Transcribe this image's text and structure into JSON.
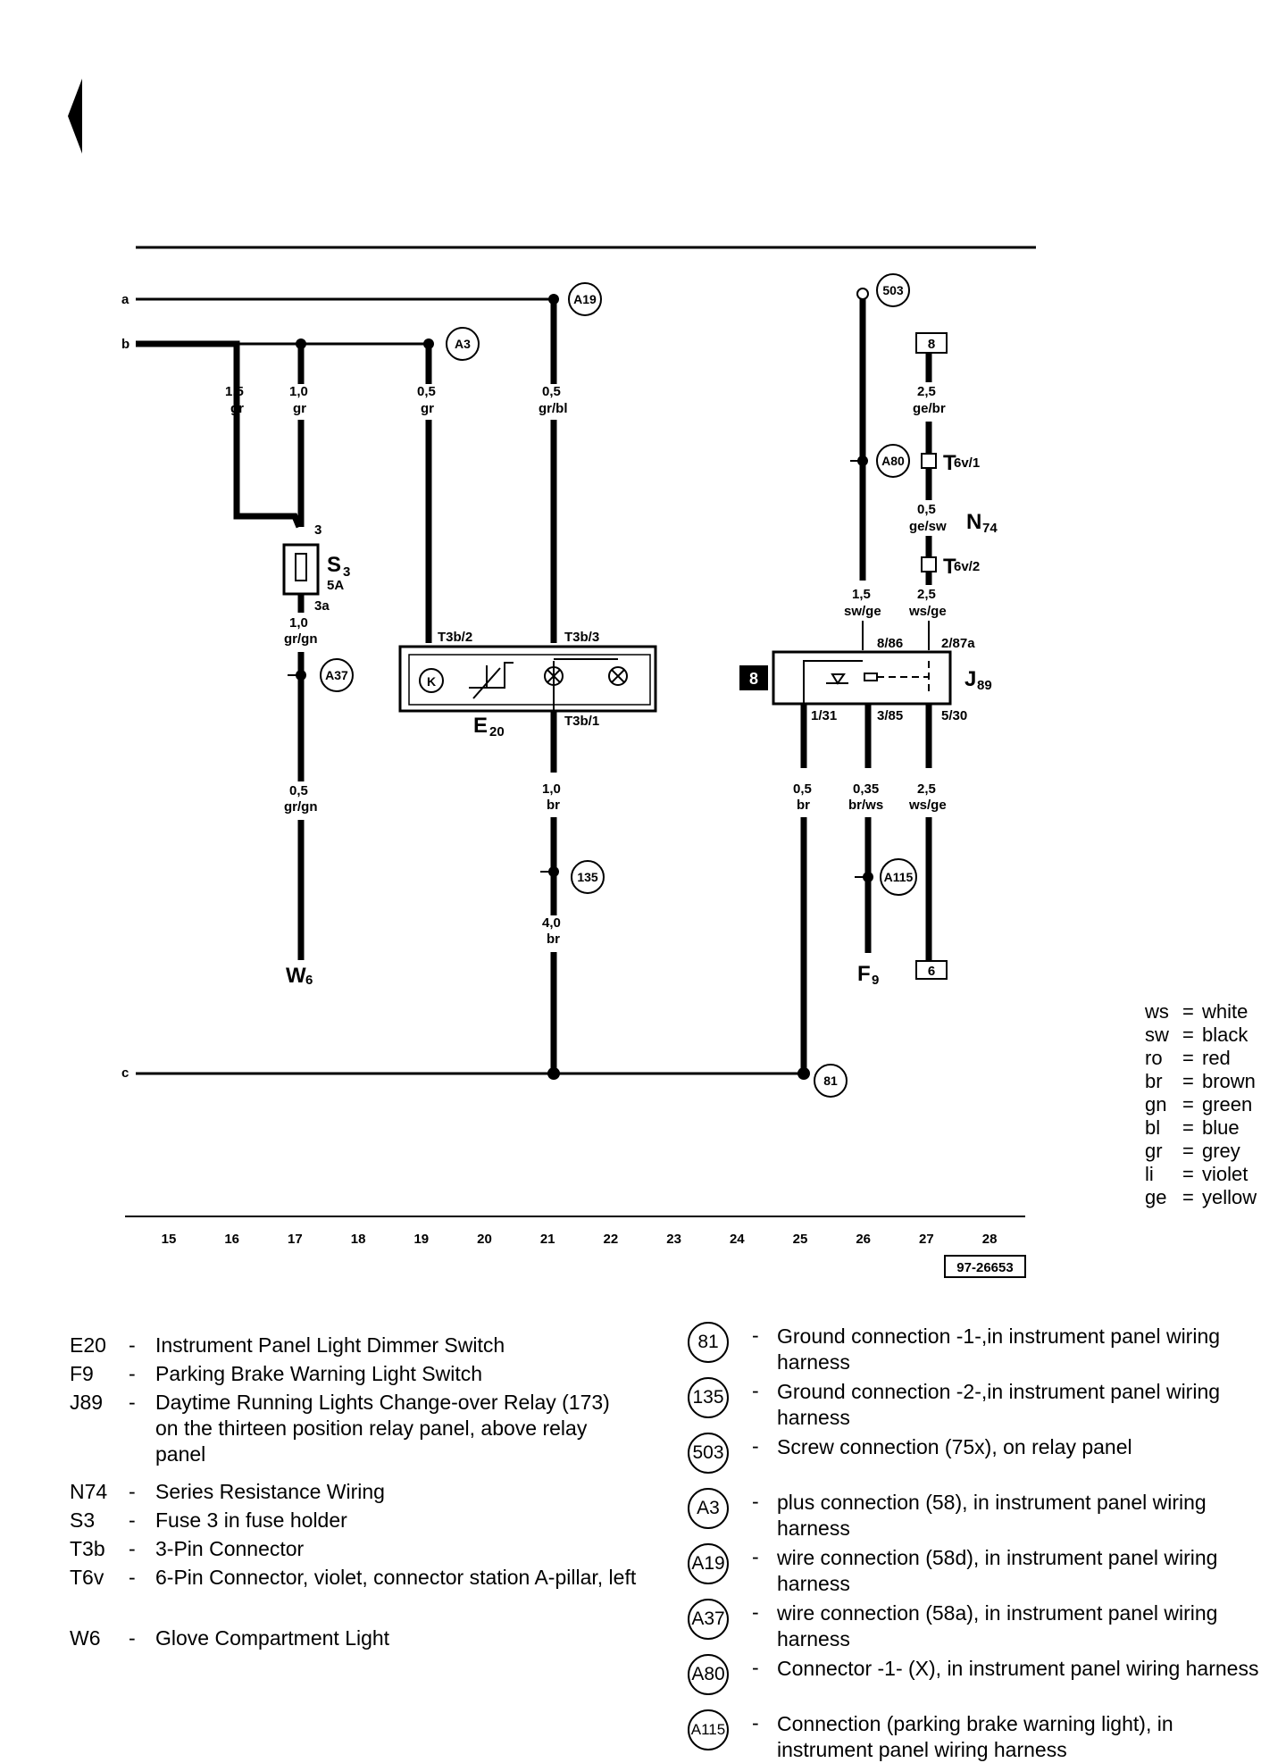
{
  "diagram": {
    "page_ref": "97-26653",
    "rails": {
      "a": "a",
      "b": "b",
      "c": "c"
    },
    "track_numbers": [
      "15",
      "16",
      "17",
      "18",
      "19",
      "20",
      "21",
      "22",
      "23",
      "24",
      "25",
      "26",
      "27",
      "28"
    ],
    "wires": [
      {
        "id": "w17a",
        "size": "1,5",
        "color": "gr"
      },
      {
        "id": "w17b",
        "size": "1,0",
        "color": "gr"
      },
      {
        "id": "w19",
        "size": "0,5",
        "color": "gr"
      },
      {
        "id": "w21a",
        "size": "0,5",
        "color": "gr/bl"
      },
      {
        "id": "w17c",
        "size": "1,0",
        "color": "gr/gn"
      },
      {
        "id": "w17d",
        "size": "0,5",
        "color": "gr/gn"
      },
      {
        "id": "w21b",
        "size": "1,0",
        "color": "br"
      },
      {
        "id": "w21c",
        "size": "4,0",
        "color": "br"
      },
      {
        "id": "w27a",
        "size": "2,5",
        "color": "ge/br"
      },
      {
        "id": "w27b",
        "size": "0,5",
        "color": "ge/sw"
      },
      {
        "id": "w26a",
        "size": "1,5",
        "color": "sw/ge"
      },
      {
        "id": "w27c",
        "size": "2,5",
        "color": "ws/ge"
      },
      {
        "id": "w25",
        "size": "0,5",
        "color": "br"
      },
      {
        "id": "w26b",
        "size": "0,35",
        "color": "br/ws"
      },
      {
        "id": "w27d",
        "size": "2,5",
        "color": "ws/ge"
      }
    ],
    "connections": [
      "A19",
      "A3",
      "503",
      "A80",
      "A37",
      "135",
      "A115",
      "81"
    ],
    "components": {
      "S3": {
        "name": "S",
        "sub": "3",
        "rating": "5A",
        "pin_in": "3",
        "pin_out": "3a"
      },
      "E20": {
        "name": "E",
        "sub": "20",
        "pins": [
          "T3b/2",
          "T3b/3",
          "T3b/1"
        ],
        "symbol": "K"
      },
      "J89": {
        "name": "J",
        "sub": "89",
        "pins": [
          "8/86",
          "2/87a",
          "1/31",
          "3/85",
          "5/30"
        ],
        "box_label": "8"
      },
      "N74": {
        "name": "N",
        "sub": "74"
      },
      "T6v1": {
        "name": "T",
        "sub": "6v/1"
      },
      "T6v2": {
        "name": "T",
        "sub": "6v/2"
      },
      "W6": {
        "name": "W",
        "sub": "6"
      },
      "F9": {
        "name": "F",
        "sub": "9"
      },
      "ref_8": "8",
      "ref_6": "6"
    }
  },
  "color_codes": [
    {
      "code": "ws",
      "meaning": "white"
    },
    {
      "code": "sw",
      "meaning": "black"
    },
    {
      "code": "ro",
      "meaning": "red"
    },
    {
      "code": "br",
      "meaning": "brown"
    },
    {
      "code": "gn",
      "meaning": "green"
    },
    {
      "code": "bl",
      "meaning": "blue"
    },
    {
      "code": "gr",
      "meaning": "grey"
    },
    {
      "code": "li",
      "meaning": "violet"
    },
    {
      "code": "ge",
      "meaning": "yellow"
    }
  ],
  "legend_components": [
    {
      "code": "E20",
      "desc": "Instrument Panel Light Dimmer Switch"
    },
    {
      "code": "F9",
      "desc": "Parking Brake Warning Light Switch"
    },
    {
      "code": "J89",
      "desc": "Daytime Running Lights Change-over Relay (173) on the thirteen position relay panel, above relay panel"
    },
    {
      "code": "N74",
      "desc": "Series Resistance Wiring"
    },
    {
      "code": "S3",
      "desc": "Fuse 3 in fuse holder"
    },
    {
      "code": "T3b",
      "desc": "3-Pin Connector"
    },
    {
      "code": "T6v",
      "desc": "6-Pin Connector, violet, connector station A-pillar, left"
    },
    {
      "code": "W6",
      "desc": "Glove Compartment Light"
    }
  ],
  "legend_connections": [
    {
      "code": "81",
      "desc": "Ground connection -1-,in instrument panel wiring harness"
    },
    {
      "code": "135",
      "desc": "Ground connection -2-,in instrument panel wiring harness"
    },
    {
      "code": "503",
      "desc": "Screw connection (75x), on relay panel"
    },
    {
      "code": "A3",
      "desc": "plus connection (58), in instrument panel wiring harness"
    },
    {
      "code": "A19",
      "desc": "wire connection (58d), in instrument panel wiring harness"
    },
    {
      "code": "A37",
      "desc": "wire connection (58a), in instrument panel wiring harness"
    },
    {
      "code": "A80",
      "desc": "Connector -1- (X), in instrument panel wiring harness"
    },
    {
      "code": "A115",
      "desc": "Connection (parking brake warning light), in instrument panel wiring harness"
    }
  ],
  "dash": "-"
}
